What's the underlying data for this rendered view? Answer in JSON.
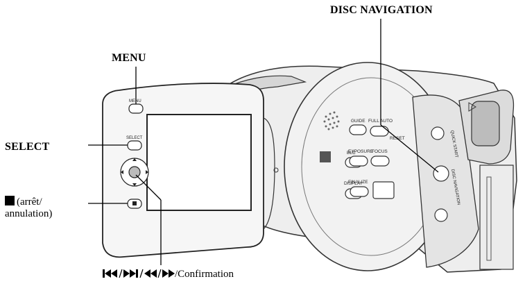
{
  "callouts": {
    "disc_navigation": "DISC NAVIGATION",
    "menu": "MENU",
    "select": "SELECT",
    "stop_line1": "(arrêt/",
    "stop_line2": "annulation)",
    "nav_confirm": "/Confirmation"
  },
  "camera_labels": {
    "menu": "MENU",
    "select": "SELECT",
    "guide": "GUIDE",
    "full_auto": "FULL AUTO",
    "reset": "RESET",
    "blc": "BLC",
    "exposure": "EXPOSURE",
    "focus": "FOCUS",
    "display": "DISPLAY",
    "finalize": "FINALIZE",
    "quick_start": "QUICK START",
    "disc_navigation": "DISC NAVIGATION"
  },
  "icons": {
    "stop": "stop-square-icon",
    "nav_symbols": "skip-back / skip-forward / rewind / fast-forward icons"
  }
}
